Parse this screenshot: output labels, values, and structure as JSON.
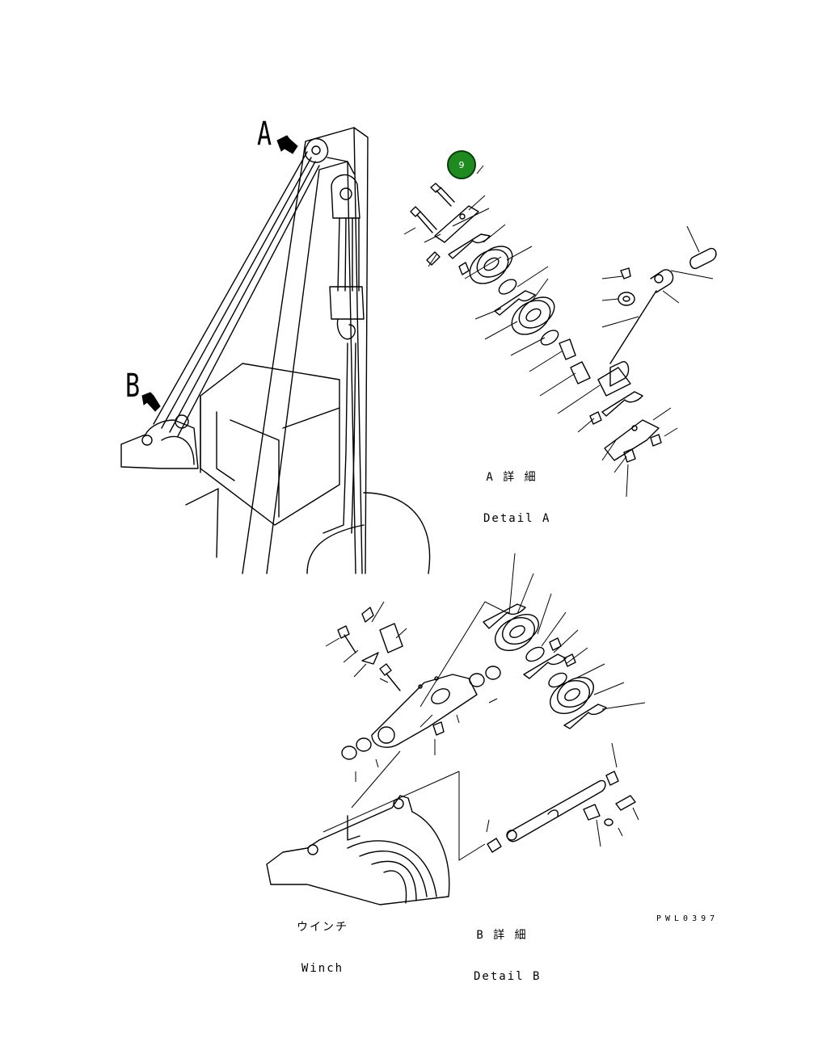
{
  "labels": {
    "view_a_letter": "A",
    "view_b_letter": "B",
    "detail_a_jp": "A 詳 細",
    "detail_a_en": "Detail A",
    "detail_b_jp": "B 詳 細",
    "detail_b_en": "Detail B",
    "winch_jp": "ウインチ",
    "winch_en": "Winch",
    "drawing_code": "PWL0397"
  },
  "callout": {
    "number": "9",
    "color": "#1f8a1f"
  },
  "icons": [
    "arrow-a-icon",
    "arrow-b-icon"
  ]
}
